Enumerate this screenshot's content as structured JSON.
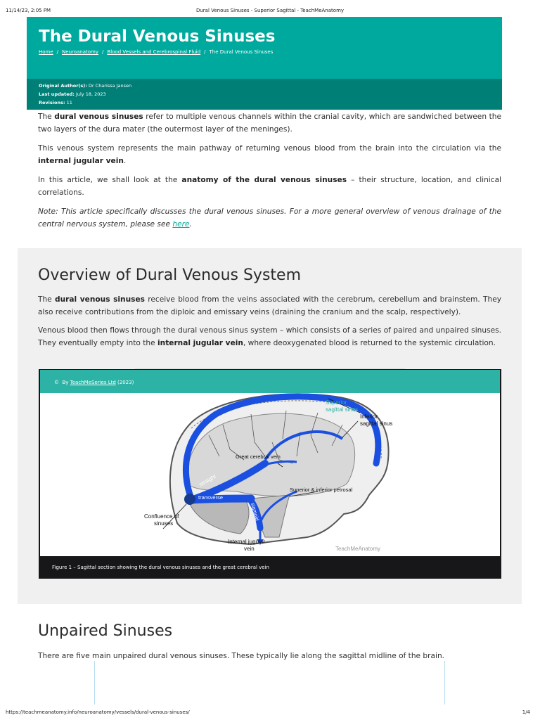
{
  "print_header": {
    "datetime": "11/14/23, 2:05 PM",
    "title": "Dural Venous Sinuses - Superior Sagittal - TeachMeAnatomy"
  },
  "hero": {
    "title": "The Dural Venous Sinuses",
    "breadcrumbs": [
      "Home",
      "Neuroanatomy",
      "Blood Vessels and Cerebrospinal Fluid",
      "The Dural Venous Sinuses"
    ],
    "separator": "/",
    "bg_color": "#00a99d"
  },
  "meta": {
    "author_label": "Original Author(s):",
    "author": "Dr Charissa Jansen",
    "updated_label": "Last updated:",
    "updated": "July 18, 2023",
    "revisions_label": "Revisions:",
    "revisions": "11"
  },
  "intro": {
    "p1_pre": "The ",
    "p1_bold": "dural venous sinuses",
    "p1_post": " refer to multiple venous channels within the cranial cavity, which are sandwiched between the two layers of the dura mater (the outermost layer of the meninges).",
    "p2_pre": "This venous system represents the main pathway of returning venous blood from the brain into the circulation via the ",
    "p2_bold": "internal jugular vein",
    "p2_post": ".",
    "p3_pre": "In this article, we shall look at the ",
    "p3_bold": "anatomy of the dural venous sinuses",
    "p3_post": " – their structure, location, and clinical correlations.",
    "note": "Note: This article specifically discusses the dural venous sinuses. For a more general overview of venous drainage of the central nervous system, please see ",
    "note_link": "here",
    "note_end": "."
  },
  "overview": {
    "heading": "Overview of Dural Venous System",
    "p1_pre": "The ",
    "p1_bold": "dural venous sinuses",
    "p1_post": " receive blood from the veins associated with the cerebrum, cerebellum and brainstem. They also receive contributions from the diploic and emissary veins (draining the cranium and the scalp, respectively).",
    "p2_pre": "Venous blood then flows through the dural venous sinus system – which consists of a series of paired and unpaired sinuses. They eventually empty into the ",
    "p2_bold": "internal jugular vein",
    "p2_post": ", where deoxygenated blood is returned to the systemic circulation."
  },
  "figure": {
    "credit_symbol": "©",
    "credit_by": "By",
    "credit_link": "TeachMeSeries Ltd",
    "credit_year": "(2023)",
    "caption": "Figure 1 – Sagittal section showing the dural venous sinuses and the great cerebral vein",
    "labels": {
      "superior": "Superior",
      "sagittal_sinus": "sagittal sinus",
      "inferior": "Inferior",
      "inferior_sagittal": "sagittal sinus",
      "great_cerebral": "Great cerebral vein",
      "straight": "straight",
      "transverse": "transverse",
      "sigmoid": "sigmoid",
      "petrosal": "Superior & inferior petrosal",
      "confluence": "Confluence of",
      "sinuses": "sinuses",
      "ijv": "Internal jugular",
      "vein": "vein",
      "watermark": "TeachMeAnatomy"
    },
    "colors": {
      "sinus_blue": "#1a4fe0",
      "bar_teal": "#2db3a5"
    }
  },
  "unpaired": {
    "heading": "Unpaired Sinuses",
    "p1": "There are five main unpaired dural venous sinuses. These typically lie along the sagittal midline of the brain."
  },
  "print_footer": {
    "url": "https://teachmeanatomy.info/neuroanatomy/vessels/dural-venous-sinuses/",
    "page": "1/4"
  }
}
